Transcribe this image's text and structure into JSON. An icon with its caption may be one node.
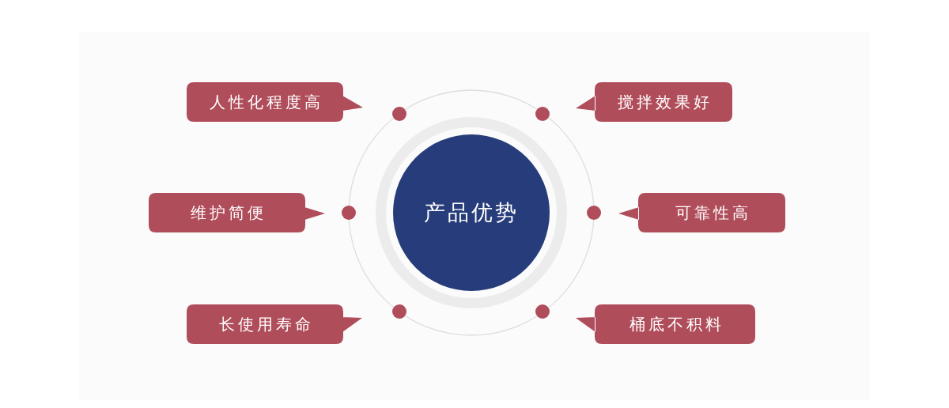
{
  "diagram": {
    "nodes": [
      {
        "text": [
          "产品优势"
        ]
      },
      {
        "text": [
          "人性化程度高"
        ]
      },
      {
        "text": [
          "搅拌效果好"
        ]
      },
      {
        "text": [
          "维护简便"
        ]
      },
      {
        "text": [
          "可靠性高"
        ]
      },
      {
        "text": [
          "长使用寿命"
        ]
      },
      {
        "text": [
          "桶底不积料"
        ]
      },
      {
        "text": [],
        "shape": "circle"
      },
      {
        "text": [],
        "shape": "circle"
      },
      {
        "text": [],
        "shape": "circle"
      },
      {
        "text": [],
        "shape": "circle"
      },
      {
        "text": [],
        "shape": "circle"
      },
      {
        "text": [],
        "shape": "circle"
      }
    ]
  }
}
